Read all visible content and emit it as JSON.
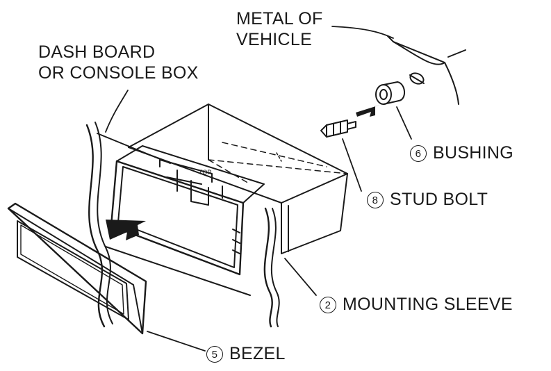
{
  "labels": {
    "metal_of_vehicle": {
      "line1": "METAL OF",
      "line2": "VEHICLE"
    },
    "dash_board": {
      "line1": "DASH BOARD",
      "line2": "OR CONSOLE BOX"
    },
    "bushing": {
      "number": "6",
      "text": "BUSHING"
    },
    "stud_bolt": {
      "number": "8",
      "text": "STUD BOLT"
    },
    "mounting_sleeve": {
      "number": "2",
      "text": "MOUNTING SLEEVE"
    },
    "bezel": {
      "number": "5",
      "text": "BEZEL"
    }
  },
  "unit_marking": "TOP",
  "colors": {
    "line": "#1a1a1a",
    "background": "#ffffff",
    "arrow": "#1a1a1a"
  }
}
